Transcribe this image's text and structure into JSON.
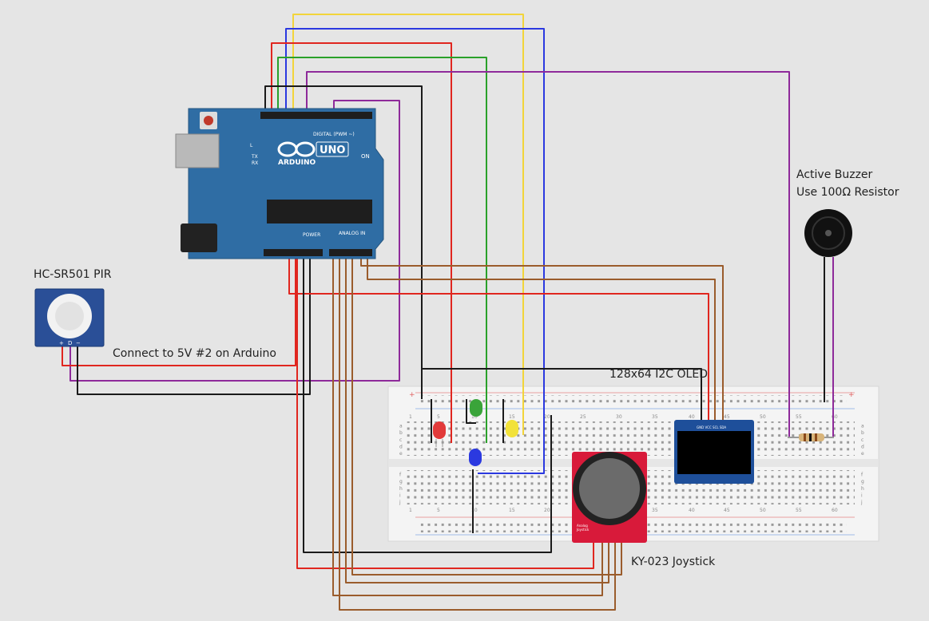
{
  "diagram": {
    "captions": {
      "pir_title": "HC-SR501 PIR",
      "pir_note": "Connect to 5V #2 on Arduino",
      "buzzer_title": "Active Buzzer",
      "buzzer_note": "Use 100Ω Resistor",
      "oled_title": "128x64 I2C OLED",
      "joystick_title": "KY-023 Joystick"
    },
    "arduino": {
      "brand": "ARDUINO",
      "model": "UNO",
      "digital_header": "DIGITAL (PWM ~)",
      "analog_header": "ANALOG IN",
      "power_header": "POWER",
      "on_label": "ON",
      "led_labels": [
        "L",
        "TX",
        "RX"
      ]
    },
    "pir": {
      "pins": [
        "+",
        "D",
        "−"
      ]
    },
    "oled": {
      "pins": "GND VCC SCL SDA"
    },
    "joystick": {
      "label_top": "Analog",
      "label_bottom": "Joystick"
    },
    "breadboard": {
      "column_numbers": [
        "1",
        "5",
        "10",
        "15",
        "20",
        "25",
        "30",
        "35",
        "40",
        "45",
        "50",
        "55",
        "60"
      ],
      "row_letters_top": [
        "j",
        "i",
        "h",
        "g",
        "f"
      ],
      "row_letters_bottom": [
        "e",
        "d",
        "c",
        "b",
        "a"
      ]
    },
    "colors": {
      "background": "#e5e5e5",
      "arduino_board": "#2f6da4",
      "wire_red": "#e0261f",
      "wire_black": "#1a1a1a",
      "wire_yellow": "#f2d43a",
      "wire_blue": "#2b39e0",
      "wire_green": "#2aa12a",
      "wire_purple": "#8e2a9a",
      "wire_brown": "#9a5c2c",
      "joystick_board": "#d81a3a",
      "oled_board": "#1e4f9a"
    }
  }
}
